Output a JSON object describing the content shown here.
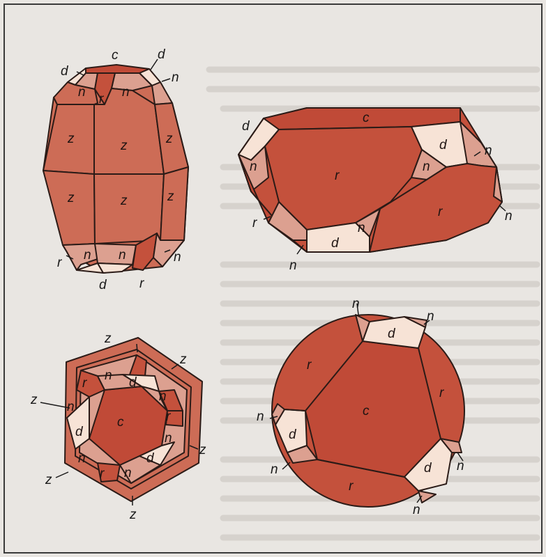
{
  "colors": {
    "paper": "#e9e6e2",
    "ghost_text": "#cfcbc6",
    "frame": "#3a3a3a",
    "face_c": "#c04a37",
    "face_r": "#c4513c",
    "face_z": "#cd6c56",
    "face_n": "#dca090",
    "face_d": "#f7e3d6",
    "edge": "#2b1b17"
  },
  "labels": {
    "c": "c",
    "d": "d",
    "n": "n",
    "r": "r",
    "z": "z"
  }
}
